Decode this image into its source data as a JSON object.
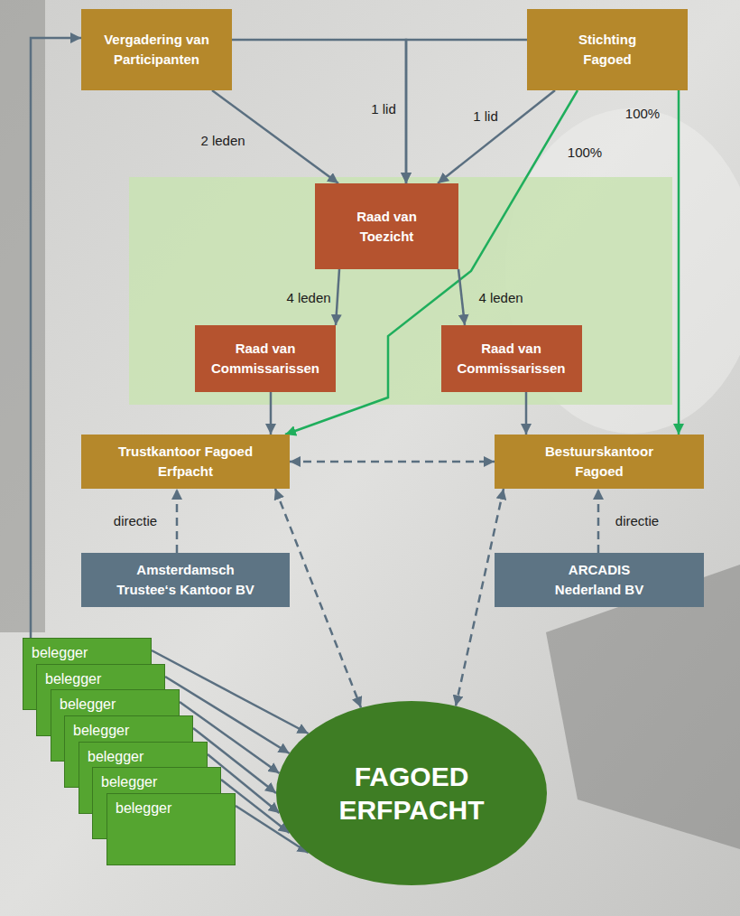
{
  "diagram": {
    "nodes": [
      {
        "text": [
          "Vergadering van Participanten"
        ]
      },
      {
        "text": [
          "Stichting Fagoed"
        ]
      },
      {
        "text": [
          "Raad van Toezicht"
        ]
      },
      {
        "text": [
          "Raad van Commissarissen"
        ]
      },
      {
        "text": [
          "Raad van Commissarissen"
        ]
      },
      {
        "text": [
          "Trustkantoor Fagoed Erfpacht"
        ]
      },
      {
        "text": [
          "Bestuurskantoor Fagoed"
        ]
      },
      {
        "text": [
          "Amsterdamsch Trustee‘s Kantoor BV"
        ]
      },
      {
        "text": [
          "ARCADIS Nederland BV"
        ]
      },
      {
        "text": [
          "belegger"
        ]
      },
      {
        "text": [
          "belegger"
        ]
      },
      {
        "text": [
          "belegger"
        ]
      },
      {
        "text": [
          "belegger"
        ]
      },
      {
        "text": [
          "belegger"
        ]
      },
      {
        "text": [
          "belegger"
        ]
      },
      {
        "text": [
          "belegger"
        ]
      },
      {
        "text": [
          "FAGOED ERFPACHT"
        ]
      }
    ],
    "edges": [
      {
        "from": 0,
        "to": 2,
        "label": "2 leden",
        "arrow": "to"
      },
      {
        "from": 0,
        "to": 2,
        "label": "1 lid",
        "arrow": "to"
      },
      {
        "from": 1,
        "to": 2,
        "arrow": "to"
      },
      {
        "from": 1,
        "to": 2,
        "label": "1 lid",
        "arrow": "to"
      },
      {
        "from": 1,
        "to": 5,
        "label": "100%",
        "arrow": "to"
      },
      {
        "from": 1,
        "to": 6,
        "label": "100%",
        "arrow": "to"
      },
      {
        "from": 2,
        "to": 3,
        "label": "4 leden",
        "arrow": "to"
      },
      {
        "from": 2,
        "to": 4,
        "label": "4 leden",
        "arrow": "to"
      },
      {
        "from": 3,
        "to": 5,
        "arrow": "to"
      },
      {
        "from": 4,
        "to": 6,
        "arrow": "to"
      },
      {
        "from": 5,
        "to": 6,
        "arrow": "both"
      },
      {
        "from": 7,
        "to": 5,
        "label": "directie",
        "arrow": "to"
      },
      {
        "from": 8,
        "to": 6,
        "label": "directie",
        "arrow": "to"
      },
      {
        "from": 5,
        "to": 16,
        "arrow": "both"
      },
      {
        "from": 6,
        "to": 16,
        "arrow": "both"
      },
      {
        "from": 9,
        "to": 16,
        "arrow": "to"
      },
      {
        "from": 10,
        "to": 16,
        "arrow": "to"
      },
      {
        "from": 11,
        "to": 16,
        "arrow": "to"
      },
      {
        "from": 12,
        "to": 16,
        "arrow": "to"
      },
      {
        "from": 13,
        "to": 16,
        "arrow": "to"
      },
      {
        "from": 14,
        "to": 16,
        "arrow": "to"
      },
      {
        "from": 15,
        "to": 16,
        "arrow": "to"
      },
      {
        "from": 9,
        "to": 0,
        "arrow": "to"
      }
    ]
  }
}
